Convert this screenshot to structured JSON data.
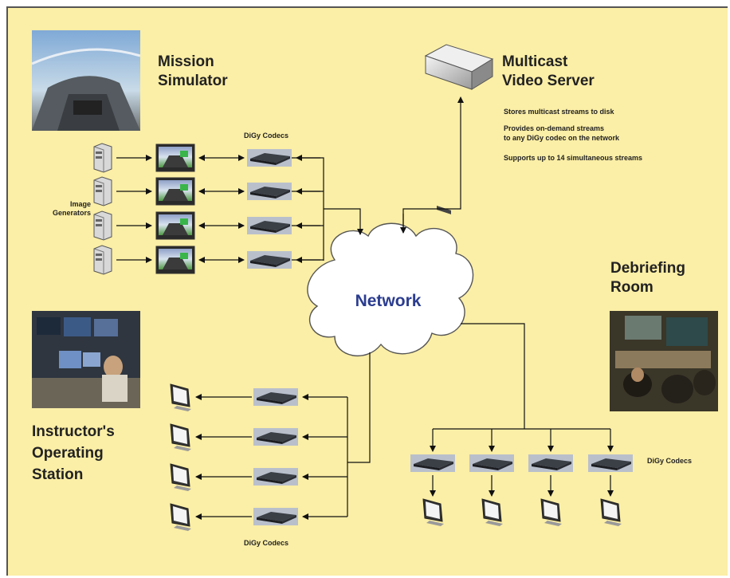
{
  "labels": {
    "mission_simulator": [
      "Mission",
      "Simulator"
    ],
    "multicast_video_server": [
      "Multicast",
      "Video Server"
    ],
    "server_notes": [
      "Stores multicast streams to disk",
      "Provides on-demand streams",
      "to any DiGy codec on the network",
      "Supports up to 14 simultaneous streams"
    ],
    "image_generators": [
      "Image",
      "Generators"
    ],
    "digy_codecs_top": "DiGy Codecs",
    "network": "Network",
    "debriefing_room": [
      "Debriefing",
      "Room"
    ],
    "instructors_station": [
      "Instructor's",
      "Operating",
      "Station"
    ],
    "digy_codecs_bottom": "DiGy Codecs",
    "digy_codecs_right": "DiGy Codecs"
  },
  "colors": {
    "background": "#fbeea6",
    "network_text": "#2b3c8f",
    "line": "#111111"
  },
  "icons": {
    "image_generator": "pc-tower-icon",
    "monitor_green": "cockpit-monitor-icon",
    "codec": "codec-box-icon",
    "display": "flat-monitor-icon",
    "server": "video-server-icon",
    "cloud": "network-cloud-icon",
    "photo_cockpit": "cockpit-photo",
    "photo_operator": "operator-station-photo",
    "photo_debrief": "debriefing-room-photo"
  }
}
